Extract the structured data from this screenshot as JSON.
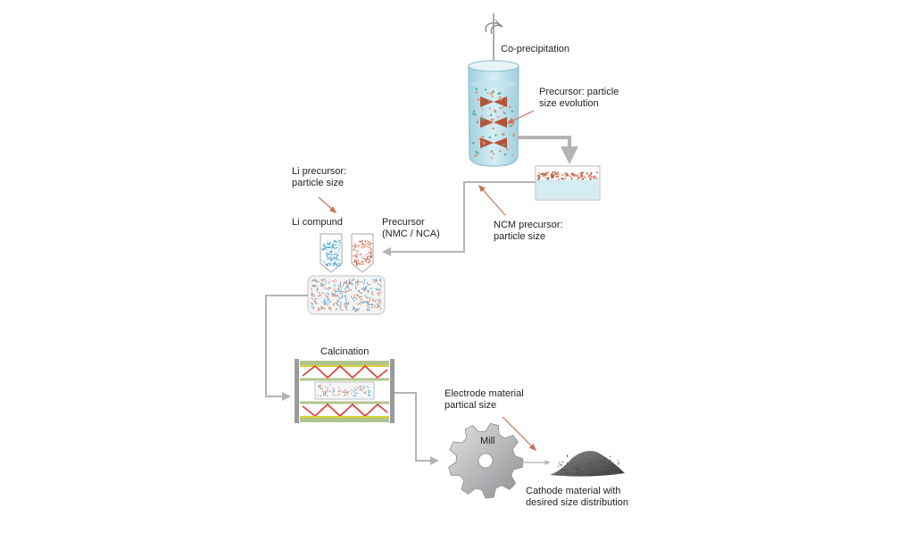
{
  "labels": {
    "co_precipitation": "Co-precipitation",
    "precursor_particle_size_evolution": "Precursor: particle\nsize evolution",
    "li_precursor_particle_size": "Li precursor:\nparticle size",
    "li_compound": "Li compund",
    "precursor_nmc_nca": "Precursor\n(NMC / NCA)",
    "ncm_precursor_particle_size": "NCM precursor:\nparticle size",
    "calcination": "Calcination",
    "electrode_material_size": "Electrode material\npartical size",
    "mill": "Mill",
    "cathode_material": "Cathode material with\ndesired size distribution"
  },
  "colors": {
    "liquid": "#b7dde8",
    "li_particles": "#5aaad6",
    "precursor_particles": "#d9876a",
    "flow_arrow": "#b4b4b8",
    "annotation_arrow": "#c8735a",
    "heater_red": "#e03a2f",
    "heater_yellow": "#d9d23a",
    "heater_green": "#a9c18a",
    "gear": "#b3b3b6",
    "powder": "#5a5a5c"
  },
  "icons": {
    "stirrer": "stirrer-icon",
    "beaker": "beaker-icon",
    "settling_tank": "tank-icon",
    "li_vial": "vial-icon",
    "precursor_vial": "vial-icon",
    "mixer": "mixing-container-icon",
    "furnace": "furnace-icon",
    "mill": "gear-icon",
    "powder": "powder-pile-icon"
  }
}
